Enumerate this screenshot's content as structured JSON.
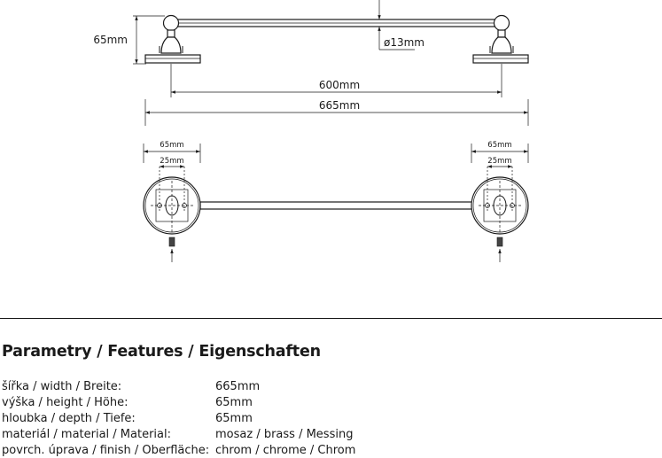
{
  "drawing": {
    "side_view": {
      "height_label": "65mm",
      "diameter_label": "ø13mm",
      "inner_length_label": "600mm",
      "outer_length_label": "665mm"
    },
    "top_view": {
      "left_outer_label": "65mm",
      "left_inner_label": "25mm",
      "right_outer_label": "65mm",
      "right_inner_label": "25mm"
    }
  },
  "features": {
    "heading": "Parametry / Features / Eigenschaften",
    "rows": [
      {
        "label": "šířka / width / Breite:",
        "value": "665mm"
      },
      {
        "label": "výška / height / Höhe:",
        "value": "65mm"
      },
      {
        "label": "hloubka / depth / Tiefe:",
        "value": "65mm"
      },
      {
        "label": "materiál / material / Material:",
        "value": "mosaz / brass / Messing"
      },
      {
        "label": "povrch. úprava / finish / Oberfläche:",
        "value": "chrom / chrome / Chrom"
      }
    ]
  }
}
